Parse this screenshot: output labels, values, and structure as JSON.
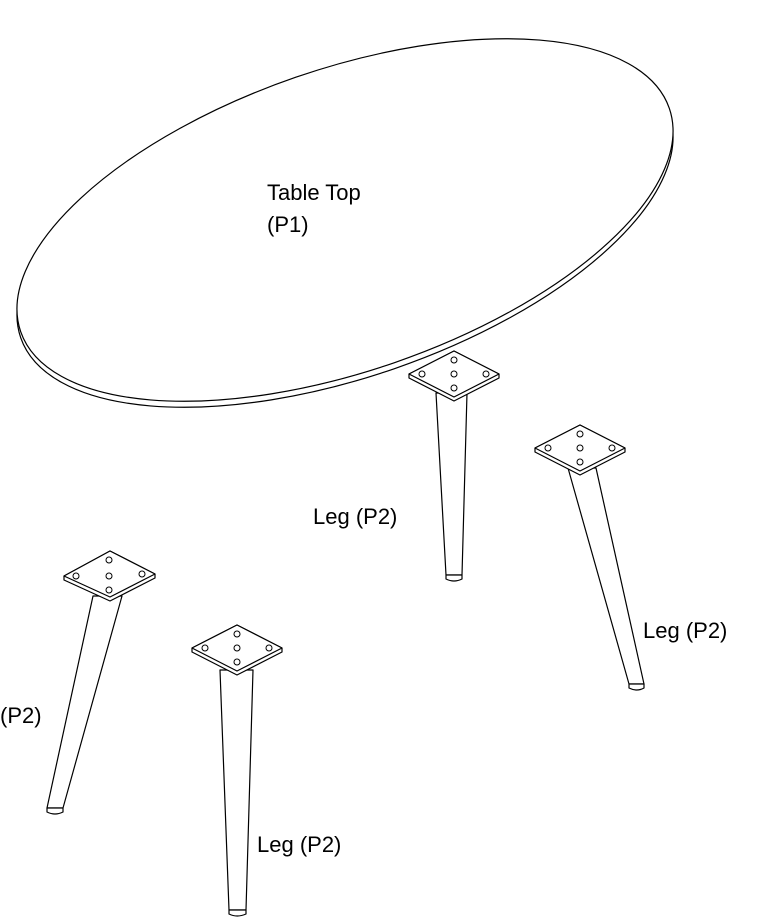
{
  "parts": {
    "table_top": {
      "name_line": "Table Top",
      "code_line": "(P1)"
    },
    "leg_labels": [
      "Leg  (P2)",
      "Leg (P2)",
      "(P2)",
      "Leg (P2)"
    ]
  },
  "colors": {
    "line": "#000000",
    "background": "#ffffff"
  }
}
